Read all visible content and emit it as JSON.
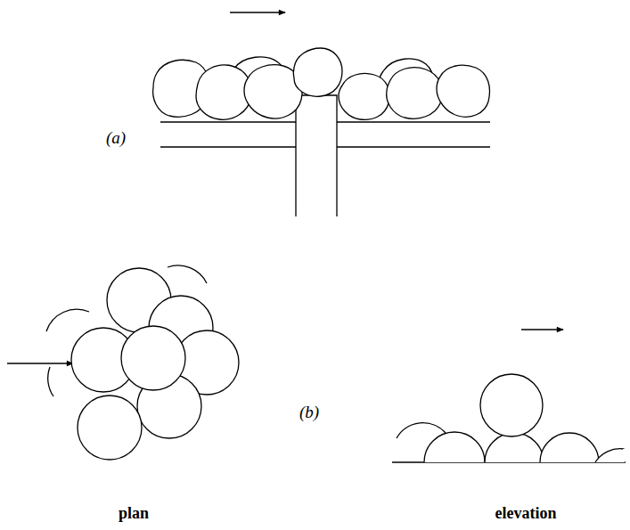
{
  "diagram": {
    "labels": [
      "(a)",
      "(b)",
      "plan",
      "elevation"
    ]
  }
}
